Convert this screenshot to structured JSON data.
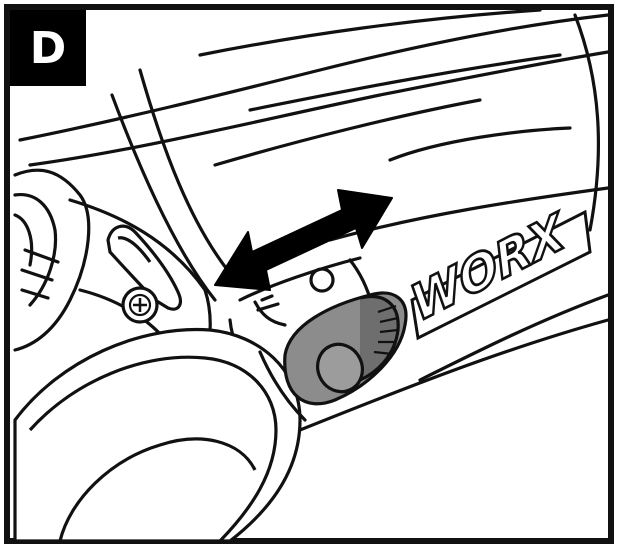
{
  "figure": {
    "step_label": "D",
    "brand_label": "WORX"
  },
  "colors": {
    "ink": "#111111",
    "paper": "#ffffff",
    "switch_fill": "#8c8c8c",
    "switch_dark": "#6e6e6e",
    "badge_bg": "#000000",
    "badge_text": "#ffffff"
  },
  "icons": {
    "step_badge": "letter-badge",
    "direction": "double-headed-arrow",
    "switch": "slide-switch-knob",
    "screw": "phillips-screw-icon"
  }
}
